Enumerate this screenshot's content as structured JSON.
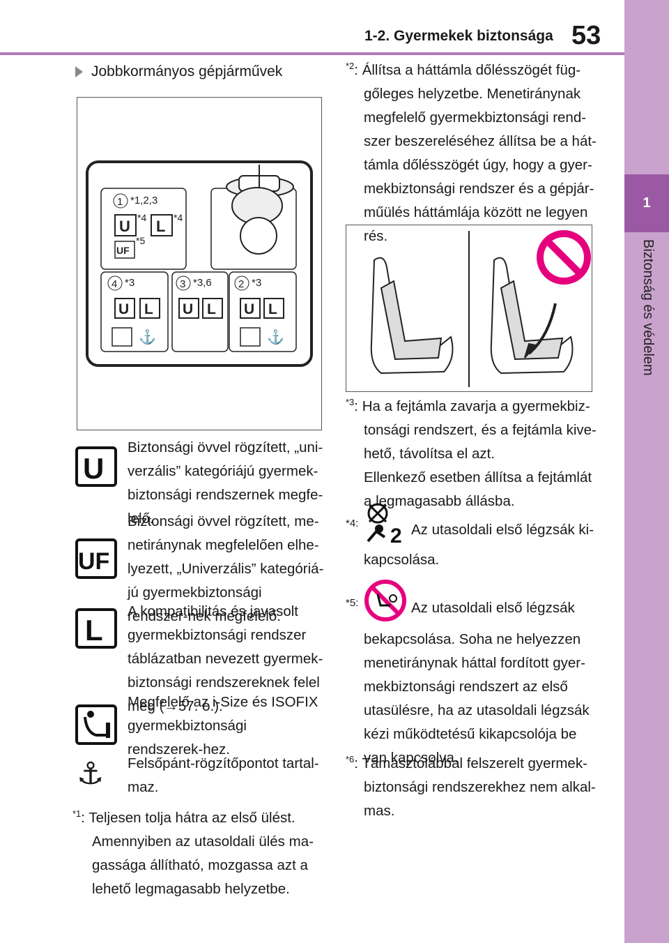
{
  "header": {
    "title": "1-2. Gyermekek biztonsága",
    "page": "53"
  },
  "sidetab": {
    "number": "1",
    "text": "Biztonság és védelem"
  },
  "section_heading": "Jobbkormányos gépjárművek",
  "diagram": {
    "seat_labels": [
      {
        "num": "1",
        "note": "*1,2,3"
      },
      {
        "num": "4",
        "note": "*3"
      },
      {
        "num": "3",
        "note": "*3,6"
      },
      {
        "num": "2",
        "note": "*3"
      }
    ],
    "marks": {
      "u": "U",
      "l": "L",
      "uf": "UF",
      "n4": "*4",
      "n5": "*5"
    }
  },
  "legend": [
    {
      "icon": "u-icon",
      "text": "Biztonsági övvel rögzített, „uni-verzális” kategóriájú gyermek-biztonsági rendszernek megfe-lelő."
    },
    {
      "icon": "uf-icon",
      "text": "Biztonsági övvel rögzített, me-netiránynak megfelelően elhe-lyezett, „Univerzális” kategóriá-jú gyermekbiztonsági rendszer-nek megfelelő."
    },
    {
      "icon": "l-icon",
      "text": "A kompatibilitás és javasolt gyermekbiztonsági rendszer táblázatban nevezett gyermek-biztonsági rendszereknek felel meg (→57. o.)."
    },
    {
      "icon": "isofix-icon",
      "text": "Megfelelő az i-Size és ISOFIX gyermekbiztonsági rendszerek-hez."
    },
    {
      "icon": "top-tether-icon",
      "text": "Felsőpánt-rögzítőpontot tartal-maz."
    }
  ],
  "notes": {
    "n1": {
      "mark": "*1",
      "lines": [
        "Teljesen tolja hátra az első ülést.",
        "Amennyiben az utasoldali ülés ma-",
        "gassága állítható, mozgassa azt a",
        "lehető legmagasabb helyzetbe."
      ]
    },
    "n2": {
      "mark": "*2",
      "lines": [
        "Állítsa a háttámla dőlésszögét füg-",
        "gőleges helyzetbe. Menetiránynak",
        "megfelelő gyermekbiztonsági rend-",
        "szer beszereléséhez állítsa be a hát-",
        "támla dőlésszögét úgy, hogy a gyer-",
        "mekbiztonsági rendszer és a gépjár-",
        "műülés háttámlája között ne legyen",
        "rés."
      ]
    },
    "n3": {
      "mark": "*3",
      "lines": [
        "Ha a fejtámla zavarja a gyermekbiz-",
        "tonsági rendszert, és a fejtámla kive-",
        "hető, távolítsa el azt.",
        "Ellenkező esetben állítsa a fejtámlát",
        "a legmagasabb állásba."
      ]
    },
    "n4": {
      "mark": "*4",
      "text_a": "Az utasoldali első légzsák ki-",
      "text_b": "kapcsolása."
    },
    "n5": {
      "mark": "*5",
      "text_a": "Az utasoldali első légzsák",
      "lines": [
        "bekapcsolása. Soha ne helyezzen",
        "menetiránynak háttal fordított gyer-",
        "mekbiztonsági rendszert az első",
        "utasülésre, ha az utasoldali légzsák",
        "kézi működtetésű kikapcsolója be",
        "van kapcsolva."
      ]
    },
    "n6": {
      "mark": "*6",
      "lines": [
        "Támasztólábbal felszerelt gyermek-",
        "biztonsági rendszerekhez nem alkal-",
        "mas."
      ]
    }
  }
}
